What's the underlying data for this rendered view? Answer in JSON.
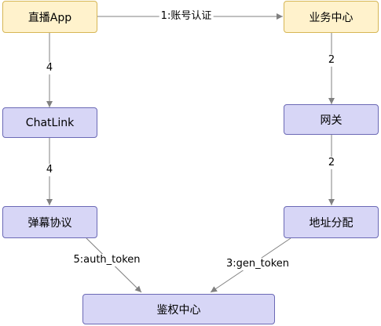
{
  "nodes": {
    "live_app": "直播App",
    "business_center": "业务中心",
    "chatlink": "ChatLink",
    "gateway": "网关",
    "danmaku_protocol": "弹幕协议",
    "address_dispatch": "地址分配",
    "auth_center": "鉴权中心"
  },
  "edges": {
    "account_auth": "1:账号认证",
    "app_to_chatlink": "4",
    "chatlink_to_protocol": "4",
    "business_to_gateway": "2",
    "gateway_to_address": "2",
    "protocol_to_auth": "5:auth_token",
    "address_to_auth": "3:gen_token"
  },
  "colors": {
    "yellow_fill": "#fff2cc",
    "yellow_stroke": "#d6b656",
    "purple_fill": "#d7d6f6",
    "purple_stroke": "#6b69b5",
    "edge": "#808080"
  }
}
